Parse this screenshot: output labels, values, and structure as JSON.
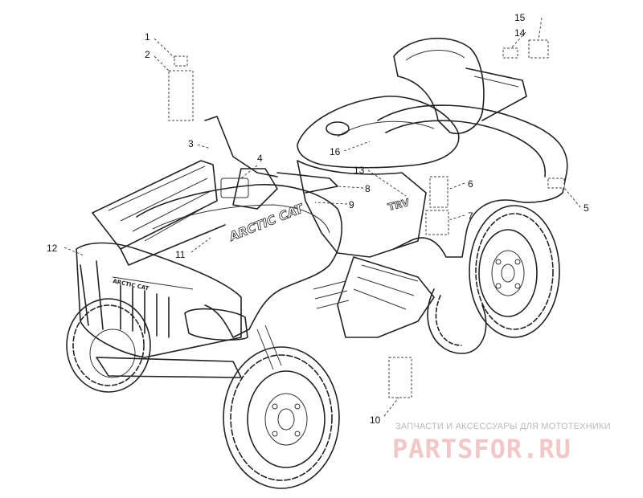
{
  "callouts": {
    "n1": "1",
    "n2": "2",
    "n3": "3",
    "n4": "4",
    "n5": "5",
    "n6": "6",
    "n7": "7",
    "n8": "8",
    "n9": "9",
    "n10": "10",
    "n11": "11",
    "n12": "12",
    "n13": "13",
    "n14": "14",
    "n15": "15",
    "n16": "16"
  },
  "decal_text": {
    "fender": "ARCTIC CAT",
    "grille": "ARCTIC CAT",
    "side": "TRV"
  },
  "watermark": {
    "tagline": "ЗАПЧАСТИ И АКСЕССУАРЫ ДЛЯ МОТОТЕХНИКИ",
    "brand": "PARTSFOR.RU"
  }
}
